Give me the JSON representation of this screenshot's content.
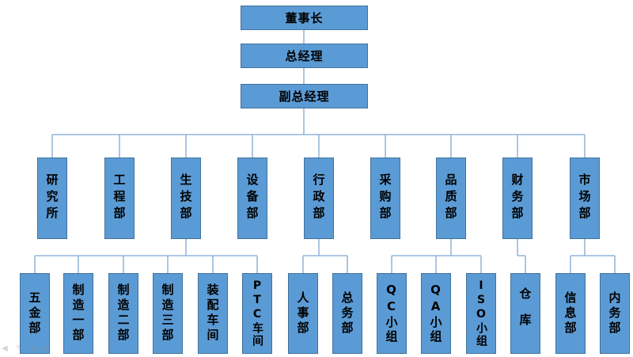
{
  "top_chain": [
    {
      "id": "chairman",
      "label": "董事长"
    },
    {
      "id": "gm",
      "label": "总经理"
    },
    {
      "id": "vgm",
      "label": "副总经理"
    }
  ],
  "departments": [
    {
      "id": "research",
      "label": "研究所",
      "children": []
    },
    {
      "id": "engineering",
      "label": "工程部",
      "children": []
    },
    {
      "id": "production-tech",
      "label": "生技部",
      "children": [
        {
          "id": "hardware",
          "label": "五金部"
        },
        {
          "id": "mfg1",
          "label": "制造一部"
        },
        {
          "id": "mfg2",
          "label": "制造二部"
        },
        {
          "id": "mfg3",
          "label": "制造三部"
        },
        {
          "id": "assembly",
          "label": "装配车间"
        },
        {
          "id": "ptc",
          "label": "PTC车间"
        }
      ]
    },
    {
      "id": "equipment",
      "label": "设备部",
      "children": []
    },
    {
      "id": "admin",
      "label": "行政部",
      "children": [
        {
          "id": "hr",
          "label": "人事部"
        },
        {
          "id": "general-affairs",
          "label": "总务部"
        }
      ]
    },
    {
      "id": "procurement",
      "label": "采购部",
      "children": []
    },
    {
      "id": "quality",
      "label": "品质部",
      "children": [
        {
          "id": "qc",
          "label": "QC小组"
        },
        {
          "id": "qa",
          "label": "QA小组"
        },
        {
          "id": "iso",
          "label": "ISO小组"
        }
      ]
    },
    {
      "id": "finance",
      "label": "财务部",
      "children": [
        {
          "id": "warehouse",
          "label": "仓库"
        }
      ]
    },
    {
      "id": "marketing",
      "label": "市场部",
      "children": [
        {
          "id": "info",
          "label": "信息部"
        },
        {
          "id": "internal-affairs",
          "label": "内务部"
        }
      ]
    }
  ],
  "colors": {
    "box_fill": "#5b9bd5",
    "box_border": "#41719c",
    "line": "#7fa7d3",
    "text": "#000000"
  }
}
